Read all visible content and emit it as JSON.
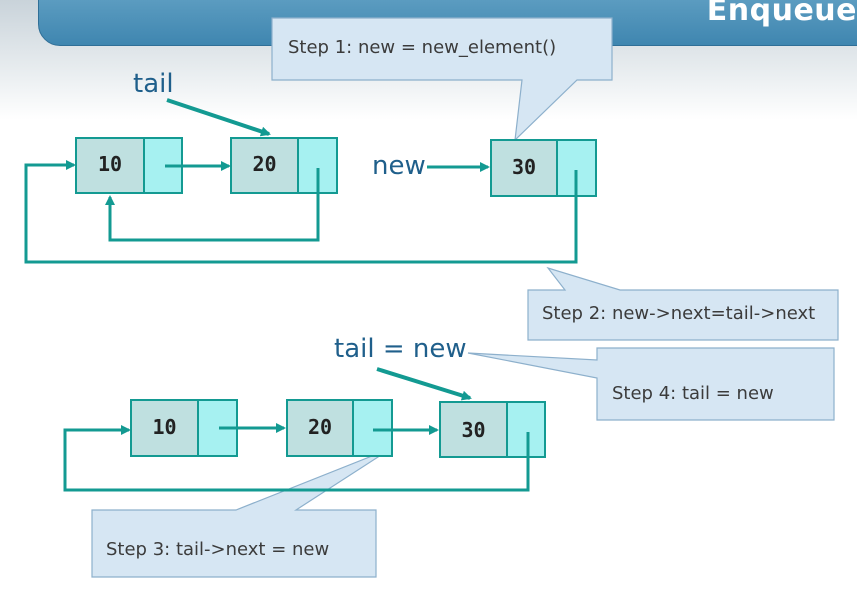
{
  "header": {
    "title": "Enqueue"
  },
  "labels": {
    "tail_top": "tail",
    "new_top": "new",
    "tail_new": "tail = new"
  },
  "nodes_top": [
    "10",
    "20",
    "30"
  ],
  "nodes_bottom": [
    "10",
    "20",
    "30"
  ],
  "callouts": {
    "step1": "Step 1: new = new_element()",
    "step2": "Step 2: new->next=tail->next",
    "step3": "Step 3: tail->next = new",
    "step4": "Step 4: tail = new"
  },
  "colors": {
    "node_value_fill": "#bfe0e0",
    "node_ptr_fill": "#a6f1f1",
    "node_stroke": "#139a92",
    "arrow": "#139a92",
    "label_text": "#1f5f8b",
    "callout_fill": "#d6e6f3",
    "callout_stroke": "#8db0cc",
    "header_bar": "#4a8fb8"
  }
}
